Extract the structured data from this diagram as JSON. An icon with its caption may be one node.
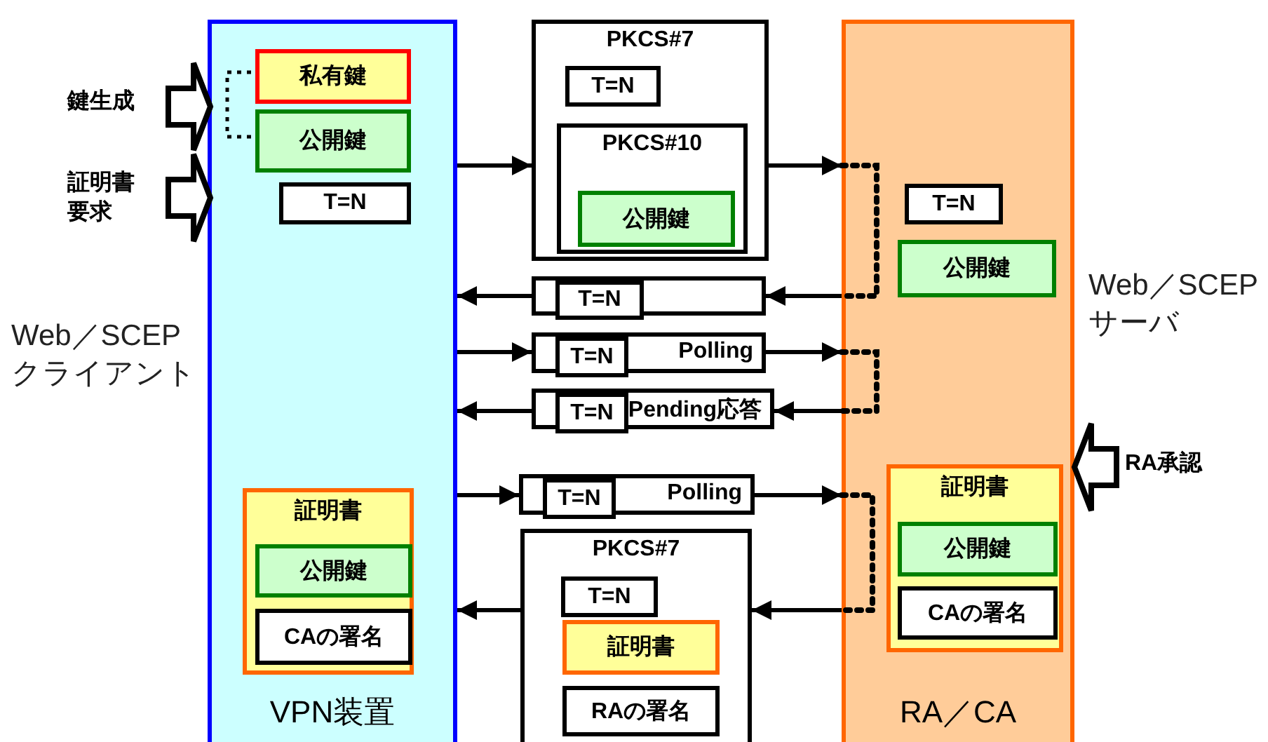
{
  "diagram": {
    "nodes": [
      {
        "text": [
          "VPN装置"
        ],
        "beside": [
          "Web／SCEP クライアント"
        ]
      },
      {
        "text": [
          "私有鍵"
        ],
        "in": 0
      },
      {
        "text": [
          "公開鍵"
        ],
        "in": 0
      },
      {
        "text": [
          "T=N"
        ],
        "in": 0
      },
      {
        "text": [
          "証明書"
        ],
        "in": 0
      },
      {
        "text": [
          "公開鍵"
        ],
        "in": 4
      },
      {
        "text": [
          "CAの署名"
        ],
        "in": 4
      },
      {
        "text": [
          "RA／CA"
        ],
        "beside": [
          "Web／SCEP サーバ"
        ]
      },
      {
        "text": [
          "T=N"
        ],
        "in": 7
      },
      {
        "text": [
          "公開鍵"
        ],
        "in": 7
      },
      {
        "text": [
          "証明書"
        ],
        "in": 7
      },
      {
        "text": [
          "公開鍵"
        ],
        "in": 10
      },
      {
        "text": [
          "CAの署名"
        ],
        "in": 10
      },
      {
        "text": [
          "PKCS#7"
        ]
      },
      {
        "text": [
          "T=N"
        ],
        "in": 13
      },
      {
        "text": [
          "PKCS#10"
        ],
        "in": 13
      },
      {
        "text": [
          "公開鍵"
        ],
        "in": 15
      },
      {
        "text": [],
        "shape": "bar"
      },
      {
        "text": [
          "T=N"
        ],
        "in": 17
      },
      {
        "text": [
          "Polling"
        ]
      },
      {
        "text": [
          "T=N"
        ],
        "in": 19
      },
      {
        "text": [
          "Pending応答"
        ]
      },
      {
        "text": [
          "T=N"
        ],
        "in": 21
      },
      {
        "text": [
          "Polling"
        ]
      },
      {
        "text": [
          "T=N"
        ],
        "in": 23
      },
      {
        "text": [
          "PKCS#7"
        ]
      },
      {
        "text": [
          "T=N"
        ],
        "in": 25
      },
      {
        "text": [
          "証明書"
        ],
        "in": 25
      },
      {
        "text": [
          "RAの署名"
        ],
        "in": 25
      }
    ],
    "edges": [
      {
        "from": null,
        "to": 0,
        "arrow": "to",
        "label": "鍵生成"
      },
      {
        "from": null,
        "to": 0,
        "arrow": "to",
        "label": "証明書要求"
      },
      {
        "from": 1,
        "to": 2,
        "arrow": "none",
        "style": "dashed"
      },
      {
        "from": 0,
        "to": 13,
        "arrow": "to"
      },
      {
        "from": 13,
        "to": 7,
        "arrow": "to"
      },
      {
        "from": 7,
        "to": 17,
        "arrow": "to"
      },
      {
        "from": 17,
        "to": 0,
        "arrow": "to"
      },
      {
        "from": 0,
        "to": 19,
        "arrow": "to"
      },
      {
        "from": 19,
        "to": 7,
        "arrow": "to"
      },
      {
        "from": 7,
        "to": 21,
        "arrow": "to"
      },
      {
        "from": 21,
        "to": 0,
        "arrow": "to"
      },
      {
        "from": 0,
        "to": 23,
        "arrow": "to"
      },
      {
        "from": 23,
        "to": 7,
        "arrow": "to"
      },
      {
        "from": 7,
        "to": 25,
        "arrow": "to"
      },
      {
        "from": 25,
        "to": 0,
        "arrow": "to"
      },
      {
        "from": null,
        "to": 7,
        "arrow": "to",
        "label": "RA承認"
      }
    ]
  }
}
